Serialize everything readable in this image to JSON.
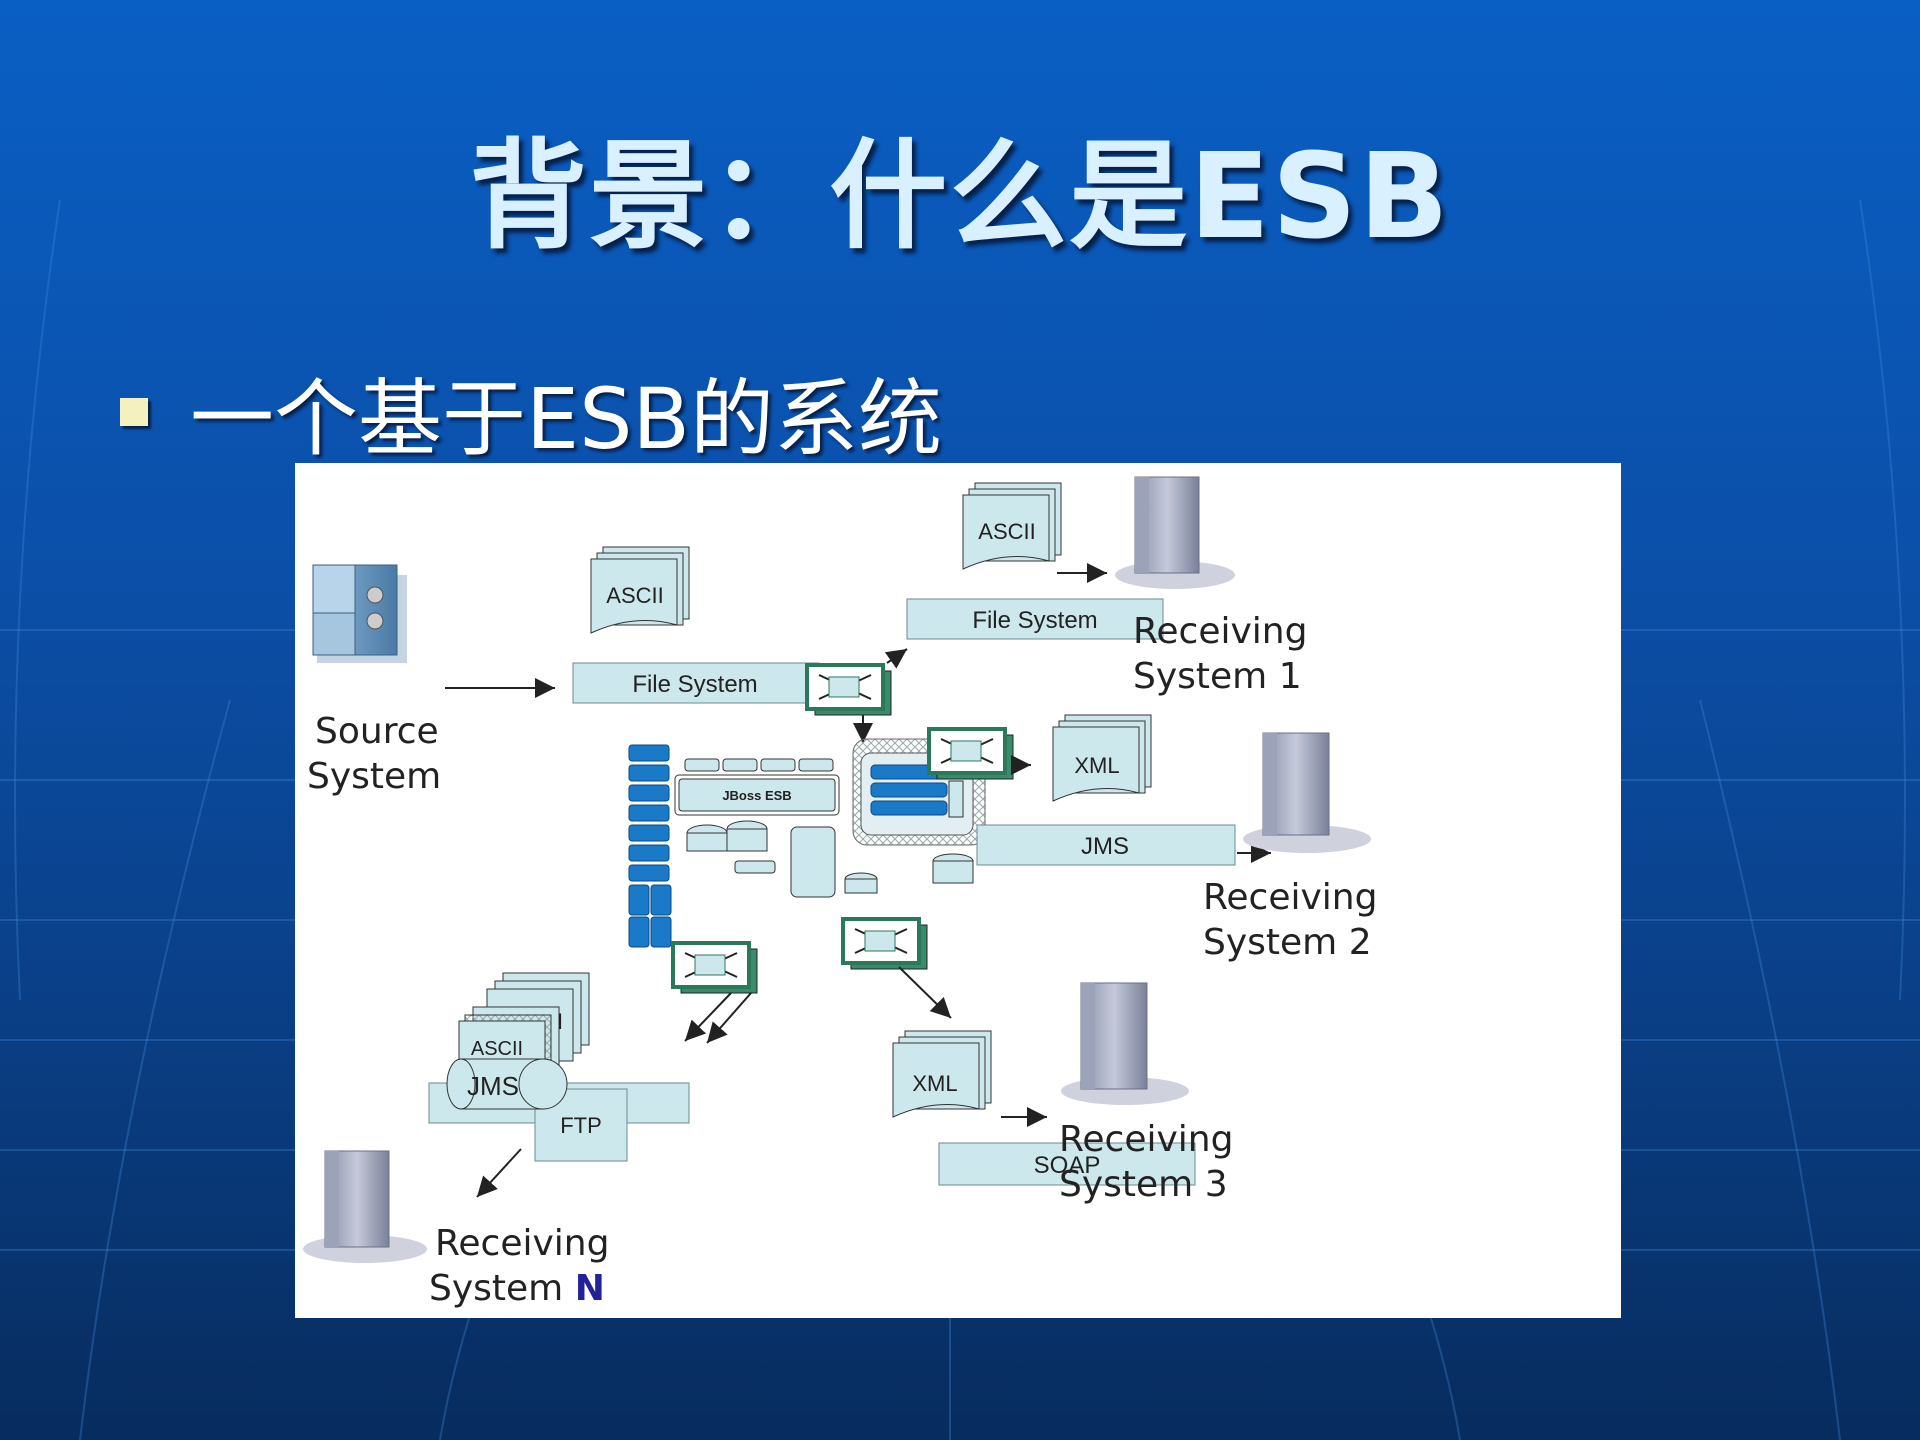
{
  "slide": {
    "title": "背景：什么是ESB",
    "bullet": "一个基于ESB的系统"
  },
  "diagram": {
    "source_system": [
      "Source",
      "System"
    ],
    "file_system_label": "File System",
    "ascii_label": "ASCII",
    "xml_label": "XML",
    "jms_label": "JMS",
    "soap_label": "SOAP",
    "ftp_label": "FTP",
    "esb_label": "JBoss ESB",
    "receiving_label": "Receiving",
    "system_label": "System",
    "receiving_1_number": "1",
    "receiving_2_number": "2",
    "receiving_3_number": "3",
    "receiving_n_number": "N",
    "ascii_partial_label": "I"
  },
  "colors": {
    "box_fill": "#cde8ec",
    "box_stroke": "#6d8a90",
    "transformer_green": "#2a8a6a",
    "esb_blue": "#1a7ac8",
    "highlight_navy": "#22229a"
  }
}
